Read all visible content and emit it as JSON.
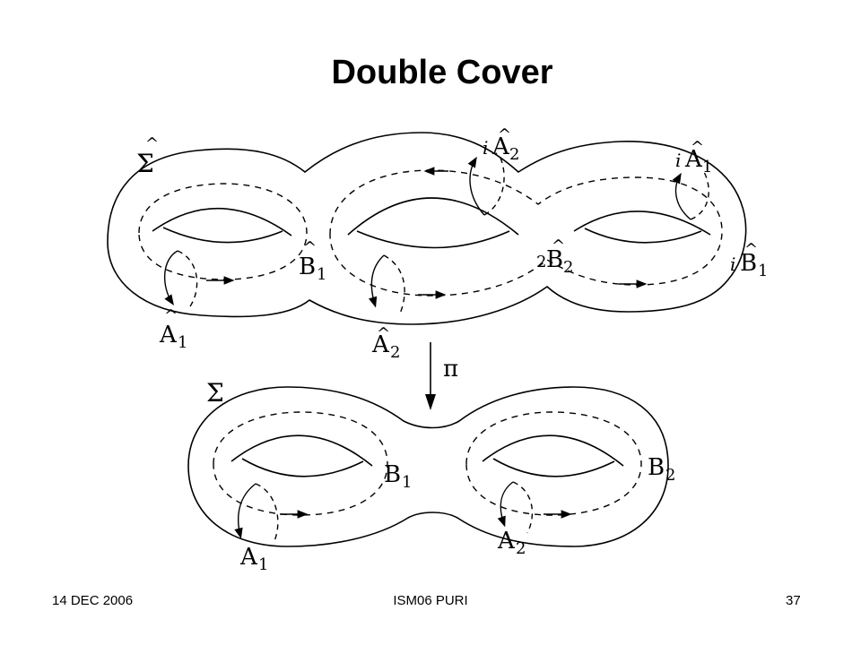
{
  "title": "Double Cover",
  "footer": {
    "date": "14 DEC  2006",
    "center": "ISM06 PURI",
    "page": "37"
  },
  "upper_surface": {
    "name": "Σ",
    "hat": "^",
    "labels": {
      "A1_base": "A",
      "A1_sub": "1",
      "A2_base": "A",
      "A2_sub": "2",
      "B1_base": "B",
      "B1_sub": "1",
      "iA2_prefix": "i",
      "iA2_base": "A",
      "iA2_sub": "2",
      "iA1_prefix": "i",
      "iA1_base": "A",
      "iA1_sub": "1",
      "iB1_prefix": "i",
      "iB1_base": "B",
      "iB1_sub": "1",
      "2B2_prefix": "2",
      "2B2_base": "B",
      "2B2_sub": "2"
    }
  },
  "projection_label": "π",
  "lower_surface": {
    "name": "Σ",
    "labels": {
      "A1_base": "A",
      "A1_sub": "1",
      "B1_base": "B",
      "B1_sub": "1",
      "A2_base": "A",
      "A2_sub": "2",
      "B2_base": "B",
      "B2_sub": "2"
    }
  },
  "colors": {
    "ink": "#000000",
    "background": "#ffffff"
  }
}
